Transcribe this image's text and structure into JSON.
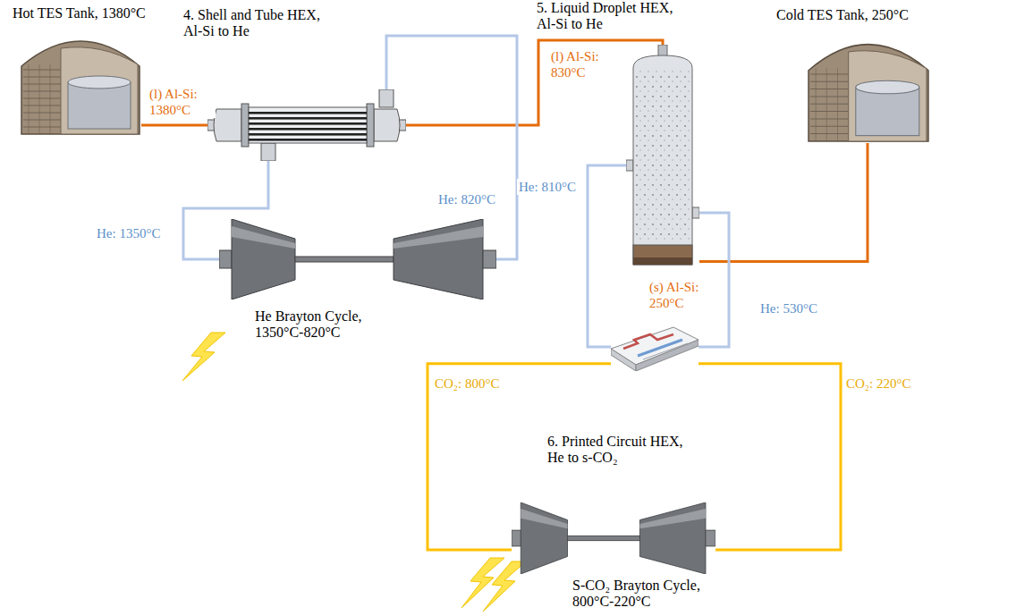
{
  "diagram": {
    "nodes": [
      {
        "text": [
          "Hot TES Tank, 1380°C"
        ]
      },
      {
        "text": [
          "4. Shell and Tube HEX, Al-Si to He"
        ]
      },
      {
        "text": [
          "5. Liquid Droplet HEX, Al-Si to He"
        ]
      },
      {
        "text": [
          "Cold TES Tank, 250°C"
        ]
      },
      {
        "text": [
          "He Brayton Cycle, 1350°C-820°C"
        ]
      },
      {
        "text": [
          "6. Printed Circuit HEX, He to s-CO₂"
        ]
      },
      {
        "text": [
          "S-CO₂ Brayton Cycle, 800°C-220°C"
        ]
      }
    ],
    "edges": [
      {
        "from": 0,
        "to": 1,
        "arrow": "none",
        "label": "(l) Al-Si: 1380°C"
      },
      {
        "from": 1,
        "to": 2,
        "arrow": "none",
        "label": "(l) Al-Si: 830°C"
      },
      {
        "from": 2,
        "to": 3,
        "arrow": "none"
      },
      {
        "from": 1,
        "to": 4,
        "arrow": "none",
        "label": "He: 1350°C"
      },
      {
        "from": 4,
        "to": 1,
        "arrow": "none",
        "label": "He: 820°C"
      },
      {
        "from": 2,
        "to": 5,
        "arrow": "none",
        "label": "He: 810°C"
      },
      {
        "from": 2,
        "to": 5,
        "arrow": "none",
        "label": "He: 530°C"
      },
      {
        "from": 5,
        "to": 6,
        "arrow": "none",
        "label": "CO₂: 800°C"
      },
      {
        "from": 5,
        "to": 6,
        "arrow": "none",
        "label": "CO₂: 220°C"
      }
    ],
    "labels": [
      "(s) Al-Si: 250°C"
    ]
  }
}
